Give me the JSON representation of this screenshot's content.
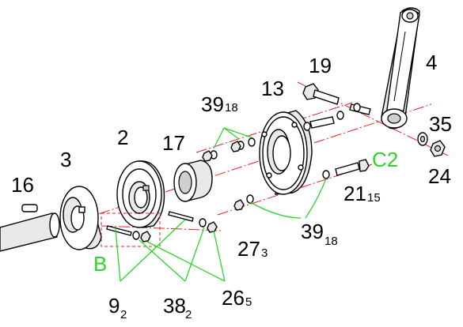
{
  "labels": {
    "p16": "16",
    "p3": "3",
    "p2": "2",
    "p17": "17",
    "p13": "13",
    "p39_top": "39",
    "p39_top_sub": "18",
    "p19": "19",
    "p4": "4",
    "p35": "35",
    "p24": "24",
    "p21": "21",
    "p21_sub": "15",
    "p39_bot": "39",
    "p39_bot_sub": "18",
    "p27": "27",
    "p27_sub": "3",
    "p9": "9",
    "p9_sub": "2",
    "p38": "38",
    "p38_sub": "2",
    "p26": "26",
    "p26_sub": "5"
  },
  "green_labels": {
    "detail_b": "B",
    "detail_c2": "C2"
  },
  "colors": {
    "axis": "#e0202a",
    "leader": "#2bd52b",
    "ink": "#000000"
  }
}
